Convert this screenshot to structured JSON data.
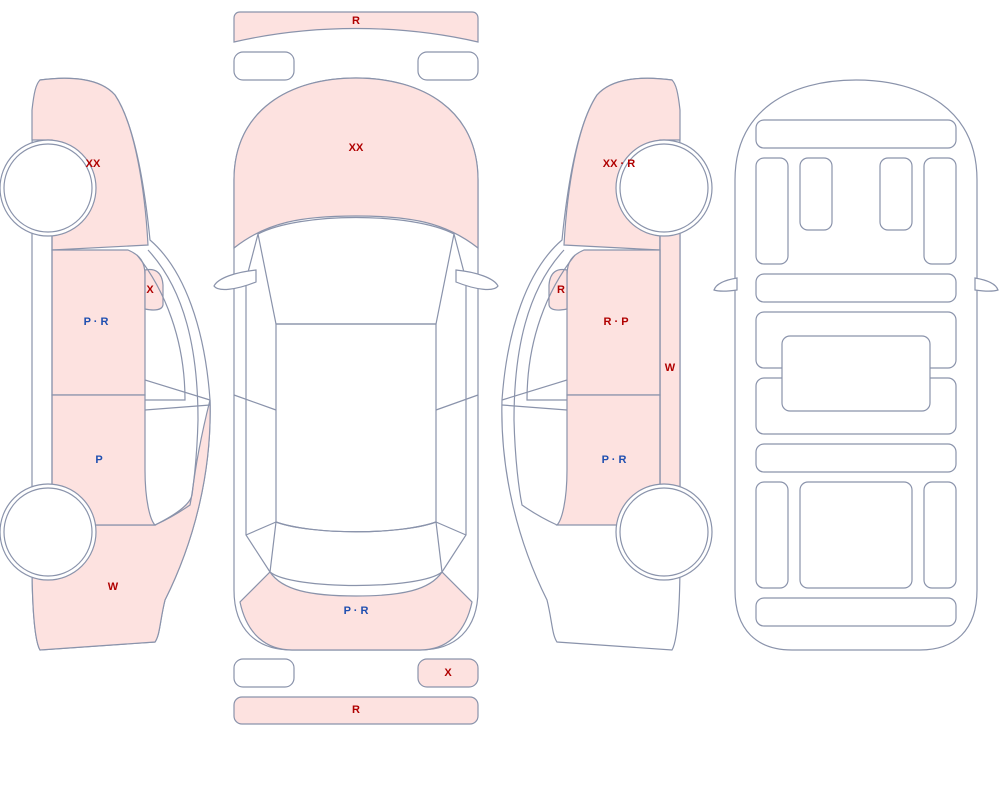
{
  "colors": {
    "damaged_fill": "#fde2e0",
    "outline": "#8a93ab",
    "code_red": "#b00000",
    "code_blue": "#1f4fb0"
  },
  "left_side": {
    "front_fender": "XX",
    "mirror": "X",
    "front_door": "P · R",
    "rear_door": "P",
    "rear_quarter": "W"
  },
  "top_view": {
    "front_bumper": "R",
    "hood": "XX",
    "trunk": "P · R",
    "right_tail_light": "X",
    "rear_bumper": "R"
  },
  "right_side": {
    "front_fender": "XX · R",
    "mirror": "R",
    "front_door": "R · P",
    "rocker": "W",
    "rear_door": "P · R"
  }
}
